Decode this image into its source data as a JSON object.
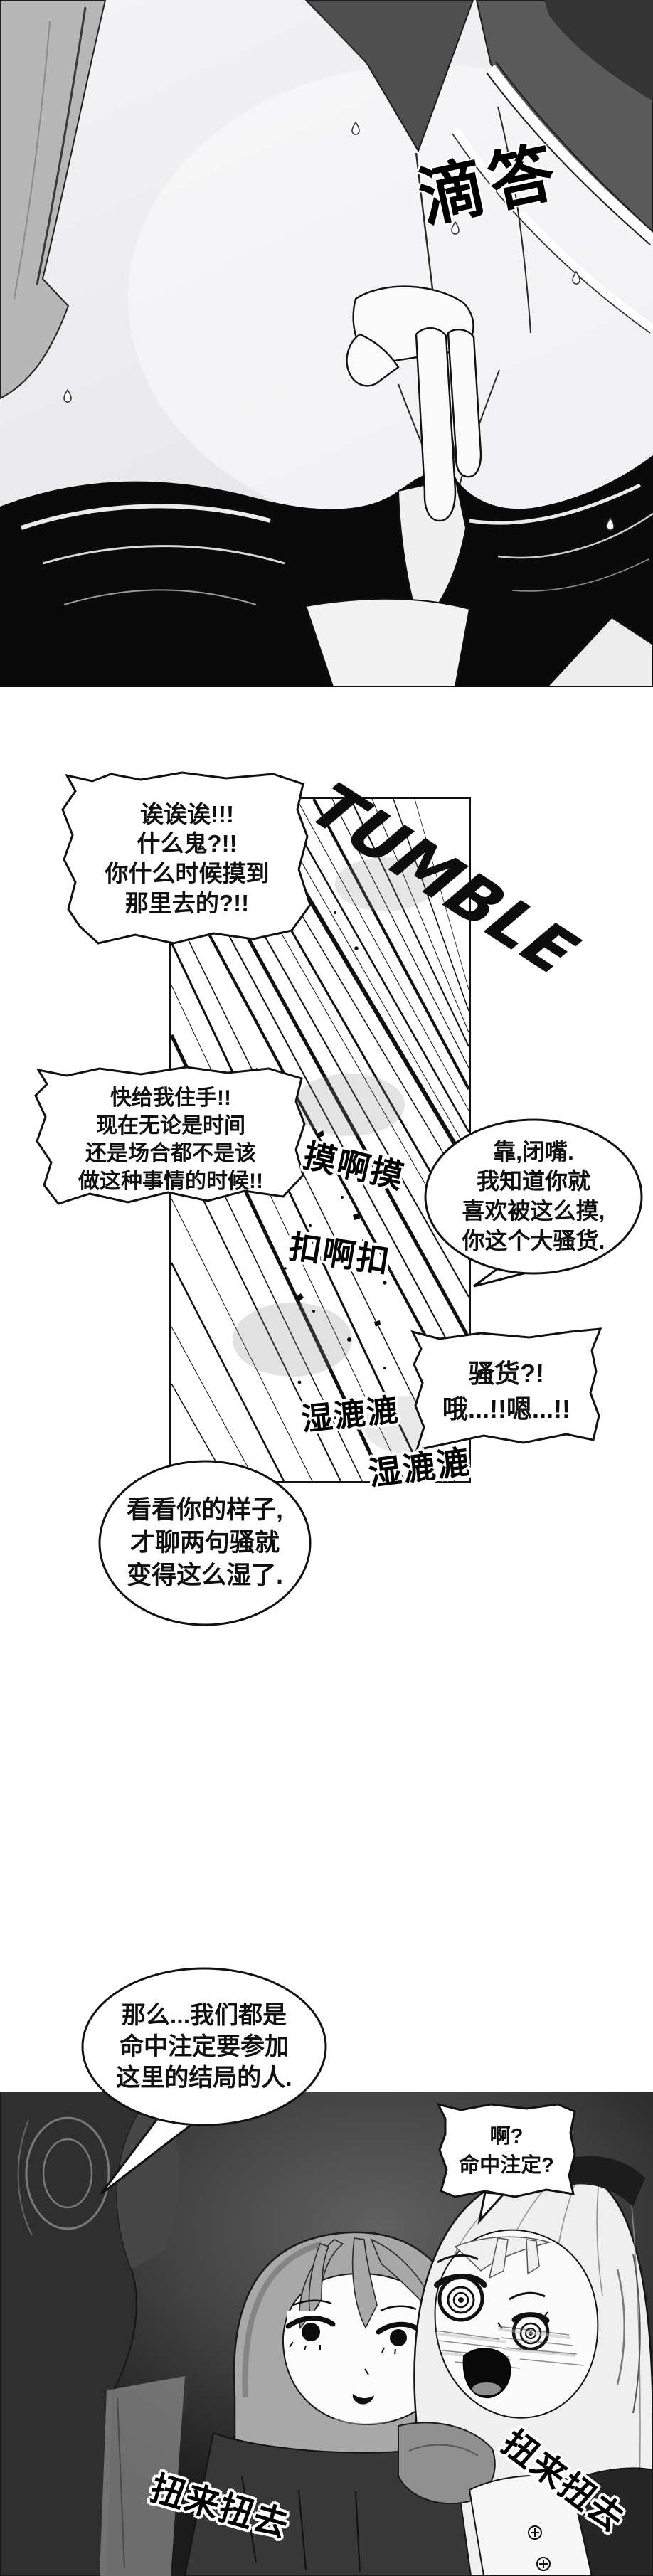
{
  "page": {
    "kind": "manhwa-comic-page"
  },
  "sfx": {
    "drip": "滴答",
    "tumble": "TUMBLE",
    "grope": "摸啊摸",
    "scratch": "扣啊扣",
    "wet1": "湿漉漉",
    "wet2": "湿漉漉",
    "wriggle_left": "扭来扭去",
    "wriggle_right": "扭来扭去"
  },
  "speech": {
    "b1": {
      "lines": [
        "诶诶诶!!!",
        "什么鬼?!!",
        "你什么时候摸到",
        "那里去的?!!"
      ]
    },
    "b2": {
      "lines": [
        "快给我住手!!",
        "现在无论是时间",
        "还是场合都不是该",
        "做这种事情的时候!!"
      ]
    },
    "b3": {
      "lines": [
        "靠,闭嘴.",
        "我知道你就",
        "喜欢被这么摸,",
        "你这个大骚货."
      ]
    },
    "b4": {
      "lines": [
        "骚货?!",
        "哦...!!嗯...!!"
      ]
    },
    "b5": {
      "lines": [
        "看看你的样子,",
        "才聊两句骚就",
        "变得这么湿了."
      ]
    },
    "b6": {
      "lines": [
        "那么...我们都是",
        "命中注定要参加",
        "这里的结局的人."
      ]
    },
    "b7": {
      "lines": [
        "啊?",
        "命中注定?"
      ]
    }
  },
  "colors": {
    "ink": "#111111",
    "paper": "#ffffff",
    "dark_panel": "#3c3c3c"
  }
}
